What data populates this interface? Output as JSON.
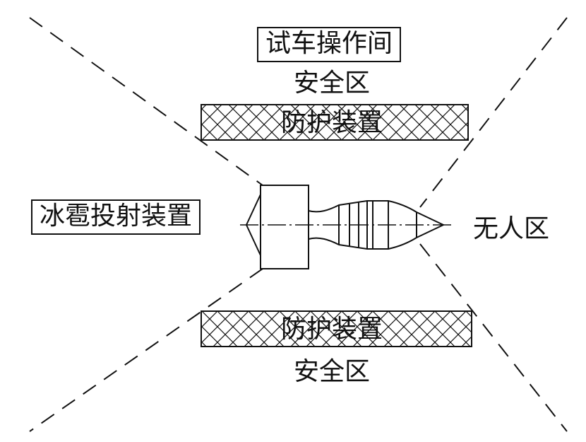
{
  "labels": {
    "test_room": "试车操作间",
    "safe_zone_top": "安全区",
    "guard_top": "防护装置",
    "hail_device": "冰雹投射装置",
    "no_man_zone": "无人区",
    "guard_bottom": "防护装置",
    "safe_zone_bottom": "安全区"
  },
  "colors": {
    "line": "#111111",
    "background": "#ffffff"
  }
}
